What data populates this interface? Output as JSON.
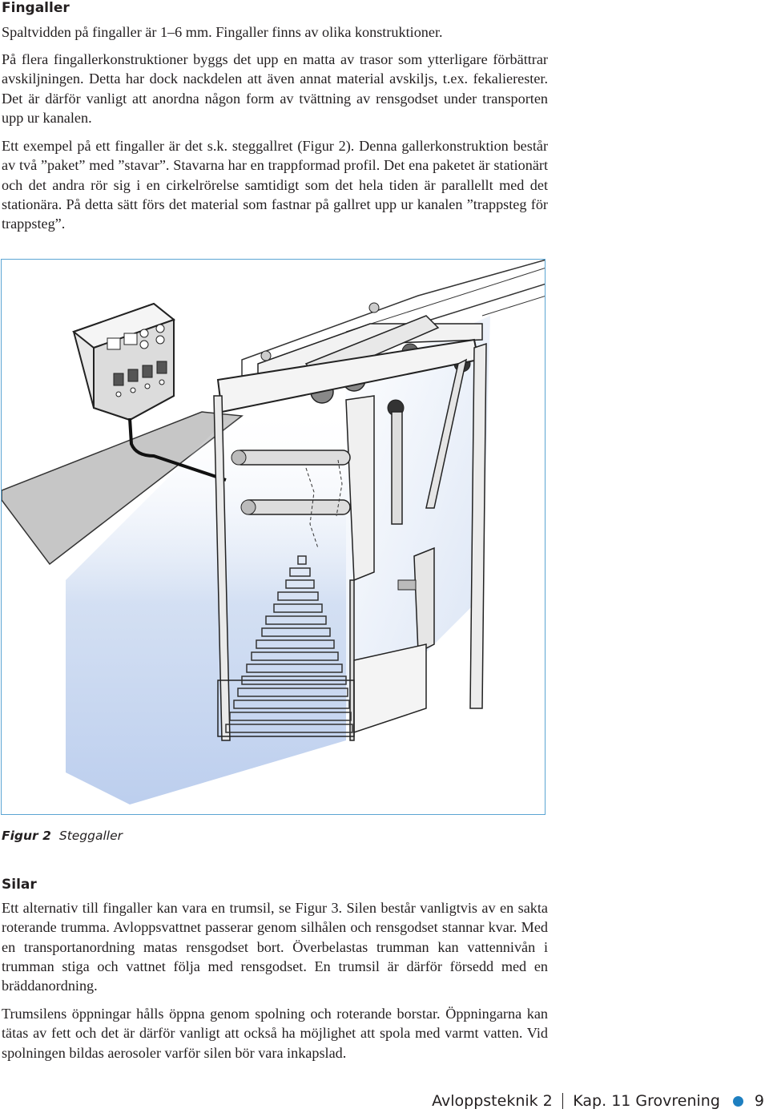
{
  "section1": {
    "heading": "Fingaller",
    "paragraphs": [
      "Spaltvidden på fingaller är 1–6 mm. Fingaller finns av olika konstruktioner.",
      "På flera fingallerkonstruktioner byggs det upp en matta av trasor som ytterligare för­bättrar avskiljningen. Detta har dock nackdelen att även annat material avskiljs, t.ex. fekalierester. Det är därför vanligt att anordna någon form av tvättning av rensgodset under transporten upp ur kanalen.",
      "Ett exempel på ett fingaller är det s.k. steggallret (Figur 2). Denna gallerkonstruktion består av två ”paket” med ”stavar”. Stavarna har en trappformad profil. Det ena pake­tet är stationärt och det andra rör sig i en cirkelrörelse samtidigt som det hela tiden är parallellt med det stationära. På detta sätt förs det material som fastnar på gallret upp ur kanalen ”trappsteg för trappsteg”."
    ]
  },
  "figure": {
    "number": "Figur 2",
    "title": "Steggaller",
    "frame_color": "#5ba5d3",
    "water_color": "#c9d8f0"
  },
  "section2": {
    "heading": "Silar",
    "paragraphs": [
      "Ett alternativ till fingaller kan vara en trumsil, se Figur 3. Silen består vanligtvis av en sakta roterande trumma. Avloppsvattnet passerar genom silhålen och rensgodset stan­nar kvar. Med en transportanordning matas rensgodset bort. Överbelastas trumman kan vattennivån i trumman stiga och vattnet följa med rensgodset. En trumsil är därför försedd med en bräddanordning.",
      "Trumsilens öppningar hålls öppna genom spolning och roterande borstar. Öppning­arna kan tätas av fett och det är därför vanligt att också ha möjlighet att spola med varmt vatten. Vid spolningen bildas aerosoler varför silen bör vara inkapslad."
    ]
  },
  "footer": {
    "book": "Avloppsteknik 2",
    "chapter": "Kap. 11  Grovrening",
    "page": "9",
    "accent_color": "#1e7fc0"
  }
}
